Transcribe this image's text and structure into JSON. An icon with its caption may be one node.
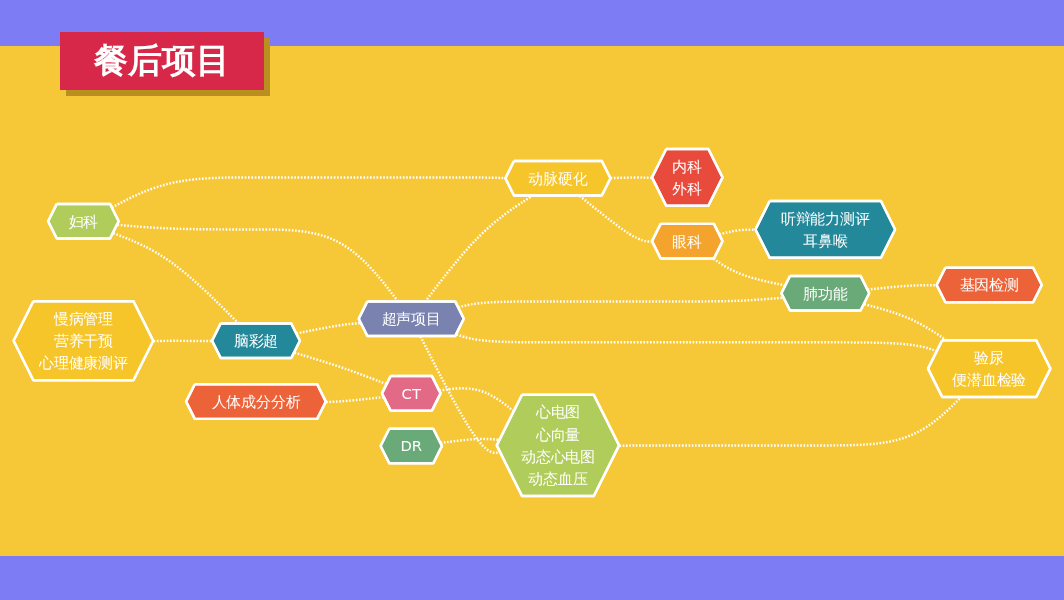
{
  "diagram": {
    "title": "餐后项目",
    "nodes": [
      {
        "text": [
          "妇科"
        ]
      },
      {
        "text": [
          "慢病管理",
          "营养干预",
          "心理健康测评"
        ]
      },
      {
        "text": [
          "脑彩超"
        ]
      },
      {
        "text": [
          "人体成分分析"
        ]
      },
      {
        "text": [
          "CT"
        ]
      },
      {
        "text": [
          "超声项目"
        ]
      },
      {
        "text": [
          "动脉硬化"
        ]
      },
      {
        "text": [
          "内科",
          "外科"
        ]
      },
      {
        "text": [
          "眼科"
        ]
      },
      {
        "text": [
          "听辩能力测评",
          "耳鼻喉"
        ]
      },
      {
        "text": [
          "DR"
        ]
      },
      {
        "text": [
          "心电图",
          "心向量",
          "动态心电图",
          "动态血压"
        ]
      },
      {
        "text": [
          "肺功能"
        ]
      },
      {
        "text": [
          "基因检测"
        ]
      },
      {
        "text": [
          "验尿",
          "便潜血检验"
        ]
      }
    ],
    "edges": [
      {
        "from": 0,
        "to": 2,
        "arrow": "none",
        "style": "dashed"
      },
      {
        "from": 0,
        "to": 5,
        "arrow": "none",
        "style": "dashed"
      },
      {
        "from": 0,
        "to": 6,
        "arrow": "none",
        "style": "dashed"
      },
      {
        "from": 1,
        "to": 2,
        "arrow": "none",
        "style": "dashed"
      },
      {
        "from": 2,
        "to": 5,
        "arrow": "none",
        "style": "dashed"
      },
      {
        "from": 2,
        "to": 4,
        "arrow": "none",
        "style": "dashed"
      },
      {
        "from": 3,
        "to": 4,
        "arrow": "none",
        "style": "dashed"
      },
      {
        "from": 4,
        "to": 11,
        "arrow": "none",
        "style": "dashed"
      },
      {
        "from": 10,
        "to": 11,
        "arrow": "none",
        "style": "dashed"
      },
      {
        "from": 5,
        "to": 6,
        "arrow": "none",
        "style": "dashed"
      },
      {
        "from": 6,
        "to": 7,
        "arrow": "none",
        "style": "dashed"
      },
      {
        "from": 6,
        "to": 8,
        "arrow": "none",
        "style": "dashed"
      },
      {
        "from": 8,
        "to": 9,
        "arrow": "none",
        "style": "dashed"
      },
      {
        "from": 8,
        "to": 12,
        "arrow": "none",
        "style": "dashed"
      },
      {
        "from": 5,
        "to": 12,
        "arrow": "none",
        "style": "dashed"
      },
      {
        "from": 12,
        "to": 13,
        "arrow": "none",
        "style": "dashed"
      },
      {
        "from": 12,
        "to": 14,
        "arrow": "none",
        "style": "dashed"
      },
      {
        "from": 5,
        "to": 14,
        "arrow": "none",
        "style": "dashed"
      },
      {
        "from": 5,
        "to": 11,
        "arrow": "none",
        "style": "dashed"
      },
      {
        "from": 11,
        "to": 14,
        "arrow": "none",
        "style": "dashed"
      }
    ]
  }
}
